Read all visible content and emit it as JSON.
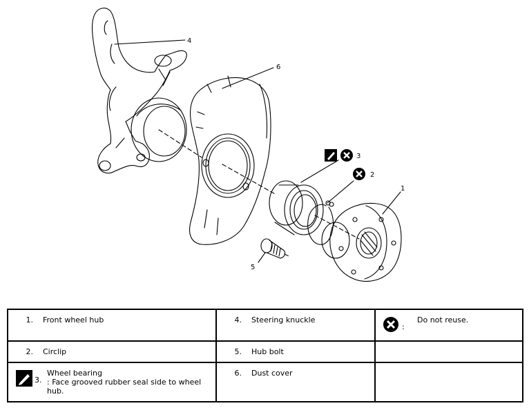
{
  "callouts": {
    "c1": "1",
    "c2": "2",
    "c3": "3",
    "c4": "4",
    "c5": "5",
    "c6": "6"
  },
  "legend": {
    "rows": [
      [
        {
          "num": "1.",
          "text": "Front wheel hub"
        },
        {
          "num": "4.",
          "text": "Steering knuckle"
        },
        {
          "icon": "do-not-reuse-icon",
          "text": "Do not reuse.",
          "colon": ":"
        }
      ],
      [
        {
          "num": "2.",
          "text": "Circlip"
        },
        {
          "num": "5.",
          "text": "Hub bolt"
        },
        {}
      ],
      [
        {
          "icon": "note-pen-icon",
          "num": "3.",
          "text": "Wheel bearing",
          "note": ": Face grooved rubber seal side to wheel hub."
        },
        {
          "num": "6.",
          "text": "Dust cover"
        },
        {}
      ]
    ]
  }
}
